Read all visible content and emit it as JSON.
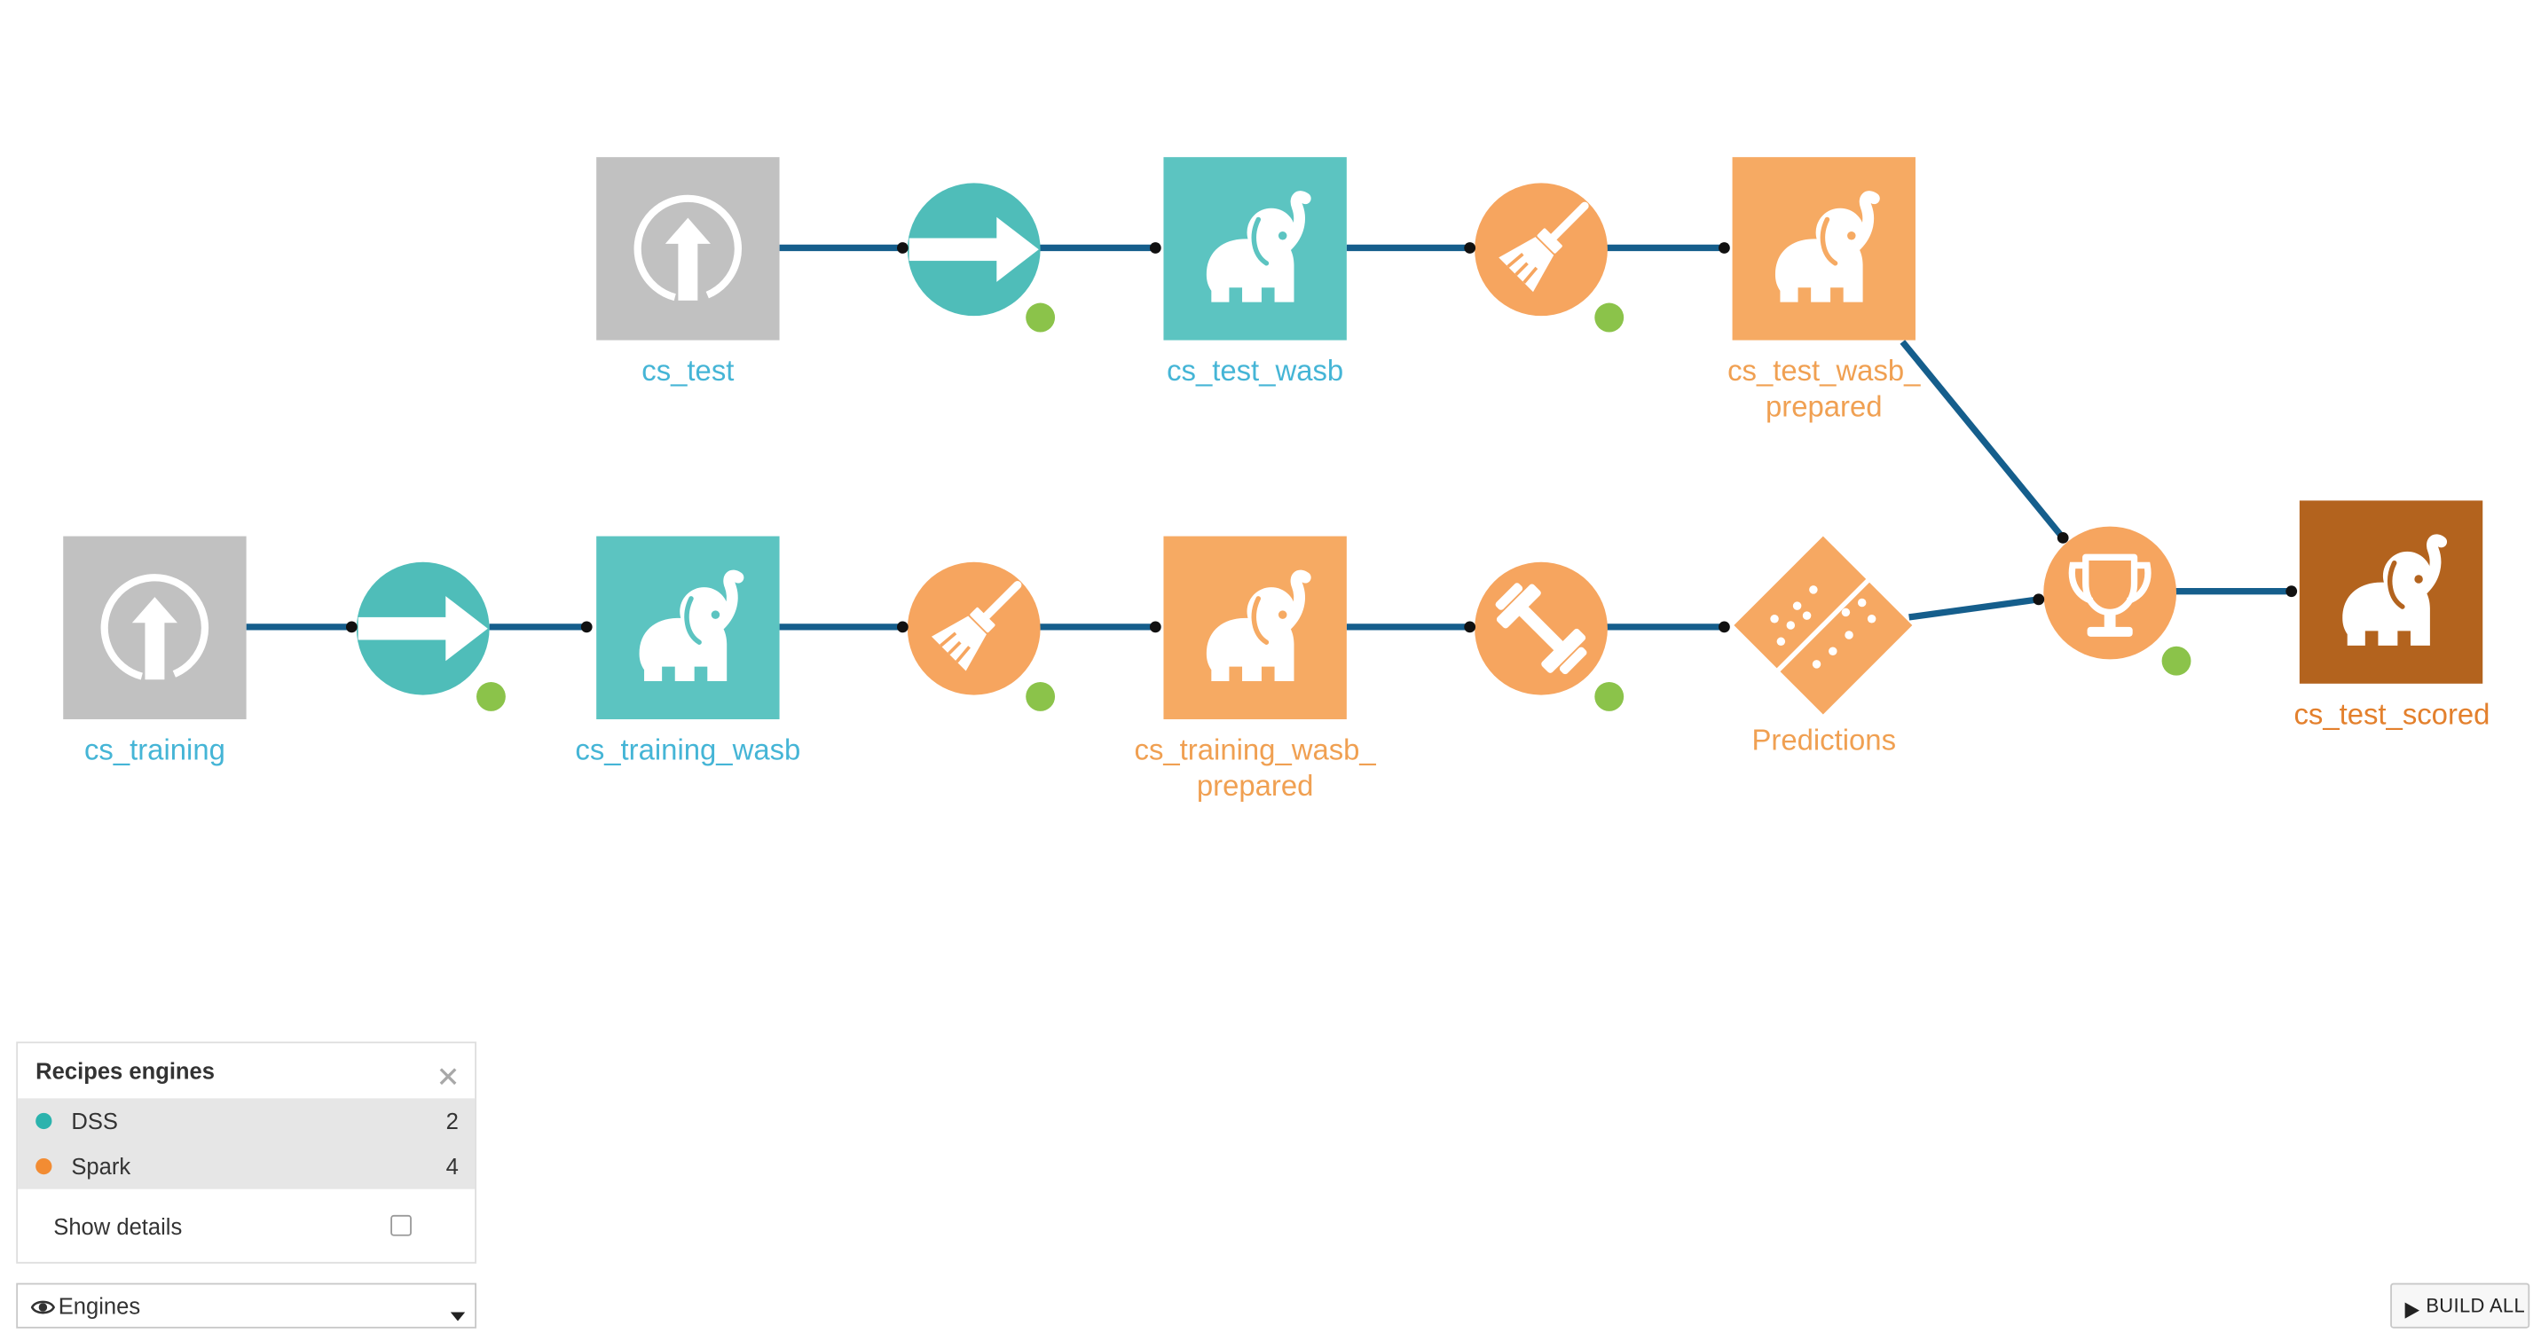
{
  "flow": {
    "datasets": [
      {
        "label_lines": [
          "cs_test"
        ],
        "icon": "upload-icon",
        "color": "#c1c1c1",
        "label_color": "#45b5d6"
      },
      {
        "label_lines": [
          "cs_test_wasb"
        ],
        "icon": "elephant-icon",
        "color": "#5cc4c1",
        "label_color": "#45b5d6"
      },
      {
        "label_lines": [
          "cs_test_wasb_",
          "prepared"
        ],
        "icon": "elephant-icon",
        "color": "#f6aa63",
        "label_color": "#f0a052"
      },
      {
        "label_lines": [
          "cs_training"
        ],
        "icon": "upload-icon",
        "color": "#c1c1c1",
        "label_color": "#45b5d6"
      },
      {
        "label_lines": [
          "cs_training_wasb"
        ],
        "icon": "elephant-icon",
        "color": "#5cc4c1",
        "label_color": "#45b5d6"
      },
      {
        "label_lines": [
          "cs_training_wasb_",
          "prepared"
        ],
        "icon": "elephant-icon",
        "color": "#f6aa63",
        "label_color": "#f0a052"
      },
      {
        "label_lines": [
          "cs_test_scored"
        ],
        "icon": "elephant-icon",
        "color": "#b3631e",
        "label_color": "#e3802d"
      }
    ],
    "model": {
      "label": "Predictions",
      "icon": "predictions-icon",
      "color": "#f6a862",
      "label_color": "#f0a052"
    },
    "recipes": [
      {
        "icon": "arrow-right-icon",
        "color": "#4fbdb9"
      },
      {
        "icon": "broom-icon",
        "color": "#f6a55f"
      },
      {
        "icon": "arrow-right-icon",
        "color": "#4fbdb9"
      },
      {
        "icon": "broom-icon",
        "color": "#f6a55f"
      },
      {
        "icon": "dumbbell-icon",
        "color": "#f6a55f"
      },
      {
        "icon": "trophy-icon",
        "color": "#f6a55f"
      }
    ],
    "status_dot_color": "#8bc34a",
    "edge_color": "#155e8c"
  },
  "legend": {
    "title": "Recipes engines",
    "close_icon": "close-icon",
    "items": [
      {
        "label": "DSS",
        "count": 2,
        "color": "#2bb3ad"
      },
      {
        "label": "Spark",
        "count": 4,
        "color": "#f28c33"
      }
    ],
    "show_details_label": "Show details",
    "show_details_checked": false
  },
  "view_select": {
    "icon": "eye-icon",
    "selected": "Engines",
    "caret_icon": "caret-down-icon"
  },
  "build_all": {
    "icon": "play-icon",
    "label": "BUILD ALL"
  }
}
